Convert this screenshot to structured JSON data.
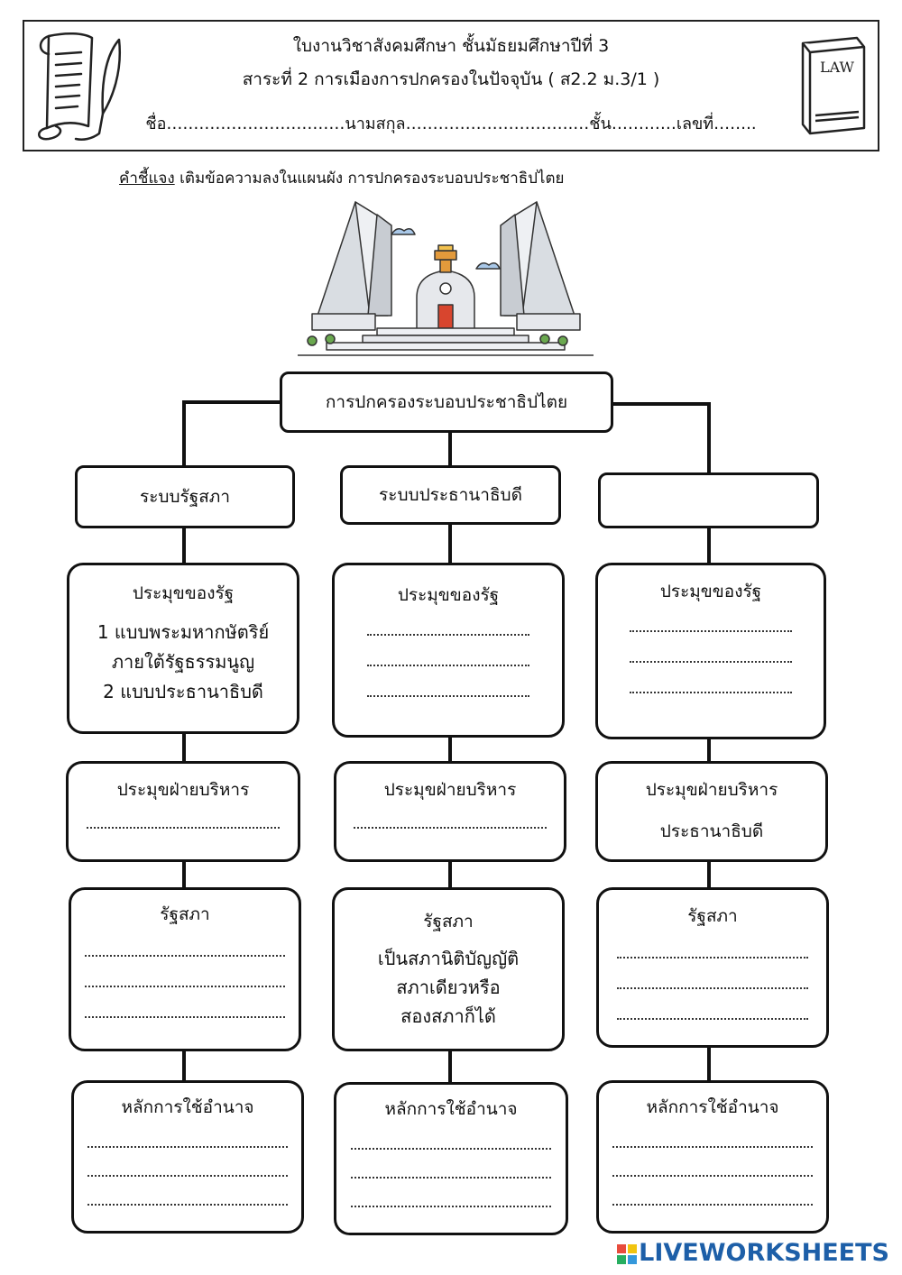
{
  "header": {
    "line1": "ใบงานวิชาสังคมศึกษา  ชั้นมัธยมศึกษาปีที่ 3",
    "line2": "สาระที่ 2 การเมืองการปกครองในปัจจุบัน ( ส2.2 ม.3/1 )",
    "line3": "ชื่อ……………………………นามสกุล………………………….…ชั้น…………เลขที่……..",
    "law_label": "LAW"
  },
  "instruction": {
    "label": "คำชี้แจง",
    "text": " เติมข้อความลงในแผนผัง การปกครองระบอบประชาธิปไตย"
  },
  "root": "การปกครองระบอบประชาธิปไตย",
  "columns": [
    {
      "system": "ระบบรัฐสภา",
      "head_state": {
        "title": "ประมุขของรัฐ",
        "lines": [
          "1 แบบพระมหากษัตริย์",
          "ภายใต้รัฐธรรมนูญ",
          "2 แบบประธานาธิบดี"
        ]
      },
      "exec": {
        "title": "ประมุขฝ่ายบริหาร",
        "value": ""
      },
      "parliament": {
        "title": "รัฐสภา",
        "lines": []
      },
      "power": {
        "title": "หลักการใช้อำนาจ"
      }
    },
    {
      "system": "ระบบประธานาธิบดี",
      "head_state": {
        "title": "ประมุขของรัฐ",
        "lines": []
      },
      "exec": {
        "title": "ประมุขฝ่ายบริหาร",
        "value": ""
      },
      "parliament": {
        "title": "รัฐสภา",
        "lines": [
          "เป็นสภานิติบัญญัติ",
          "สภาเดียวหรือ",
          "สองสภาก็ได้"
        ]
      },
      "power": {
        "title": "หลักการใช้อำนาจ"
      }
    },
    {
      "system": "",
      "head_state": {
        "title": "ประมุขของรัฐ",
        "lines": []
      },
      "exec": {
        "title": "ประมุขฝ่ายบริหาร",
        "value": "ประธานาธิบดี"
      },
      "parliament": {
        "title": "รัฐสภา",
        "lines": []
      },
      "power": {
        "title": "หลักการใช้อำนาจ"
      }
    }
  ],
  "footer": {
    "brand": "LIVEWORKSHEETS"
  },
  "colors": {
    "footer_blue": "#1d5fa8"
  }
}
